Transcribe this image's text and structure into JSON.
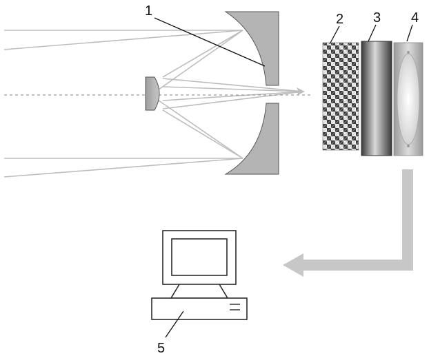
{
  "labels": {
    "l1": "1",
    "l2": "2",
    "l3": "3",
    "l4": "4",
    "l5": "5"
  },
  "colors": {
    "mirror": "#b4b4b4",
    "ray": "#bdbdbd",
    "axis": "#9a9a9a",
    "arrow": "#c7c7c7",
    "outline": "#2b2b2b"
  }
}
